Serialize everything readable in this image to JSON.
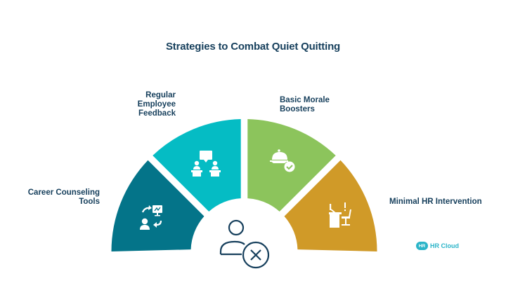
{
  "title": "Strategies to Combat Quiet Quitting",
  "segments": [
    {
      "id": "career",
      "label_lines": [
        "Career Counseling",
        "Tools"
      ],
      "color": "#047489",
      "icon": "career-counseling-icon"
    },
    {
      "id": "feedback",
      "label_lines": [
        "Regular",
        "Employee",
        "Feedback"
      ],
      "color": "#05bcc4",
      "icon": "presentation-meeting-icon"
    },
    {
      "id": "morale",
      "label_lines": [
        "Basic Morale",
        "Boosters"
      ],
      "color": "#8cc45c",
      "icon": "food-cloche-check-icon"
    },
    {
      "id": "minimal",
      "label_lines": [
        "Minimal HR Intervention"
      ],
      "color": "#d09a28",
      "icon": "empty-desk-alert-icon"
    }
  ],
  "center_icon": "user-remove-icon",
  "center_icon_color": "#163f5c",
  "logo": {
    "badge": "HR",
    "text": "HR Cloud"
  }
}
